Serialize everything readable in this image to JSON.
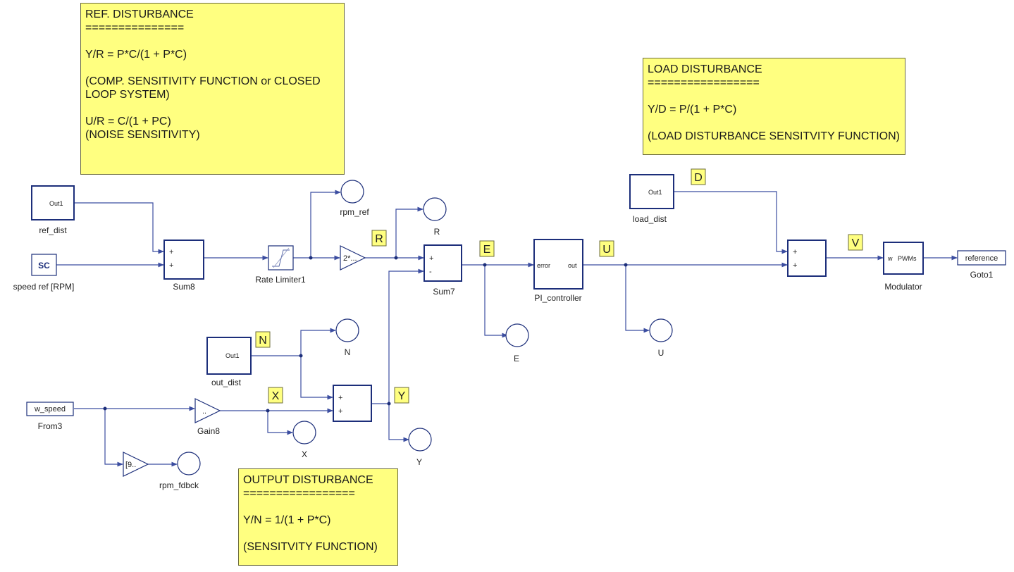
{
  "notes": {
    "ref": {
      "title": "REF. DISTURBANCE",
      "rule": "===============",
      "eq1": "Y/R = P*C/(1 + P*C)",
      "desc1a": "(COMP. SENSITIVITY FUNCTION or CLOSED",
      "desc1b": "LOOP SYSTEM)",
      "eq2": "U/R = C/(1 + PC)",
      "desc2": "(NOISE SENSITIVITY)"
    },
    "load": {
      "title": "LOAD DISTURBANCE",
      "rule": "=================",
      "eq": "Y/D = P/(1 + P*C)",
      "desc": "(LOAD DISTURBANCE SENSITVITY FUNCTION)"
    },
    "output": {
      "title": "OUTPUT DISTURBANCE",
      "rule": "=================",
      "eq": "Y/N = 1/(1 + P*C)",
      "desc": "(SENSITVITY FUNCTION)"
    }
  },
  "blocks": {
    "ref_dist": {
      "port": "Out1",
      "label": "ref_dist"
    },
    "speed_ref": {
      "icon": "SC",
      "label": "speed ref [RPM]"
    },
    "sum8": {
      "label": "Sum8",
      "signs": [
        "+",
        "+"
      ]
    },
    "rate_limiter": {
      "label": "Rate Limiter1"
    },
    "gain_rpm": {
      "text": "2*..."
    },
    "sum7": {
      "label": "Sum7",
      "signs": [
        "+",
        "-"
      ]
    },
    "pi": {
      "in": "error",
      "out": "out",
      "label": "PI_controller"
    },
    "load_dist": {
      "port": "Out1",
      "label": "load_dist"
    },
    "sum_v": {
      "signs": [
        "+",
        "+"
      ]
    },
    "modulator": {
      "in": "w",
      "out": "PWMs",
      "label": "Modulator"
    },
    "goto1": {
      "text": "reference",
      "label": "Goto1"
    },
    "out_dist": {
      "port": "Out1",
      "label": "out_dist"
    },
    "sum_y": {
      "signs": [
        "+",
        "+"
      ]
    },
    "from3": {
      "text": "w_speed",
      "label": "From3"
    },
    "gain8": {
      "text": "..",
      "label": "Gain8"
    },
    "gain9": {
      "text": "[9.."
    }
  },
  "scopes": {
    "rpm_ref": "rpm_ref",
    "R": "R",
    "N": "N",
    "E": "E",
    "U": "U",
    "X": "X",
    "Y": "Y",
    "rpm_fdbck": "rpm_fdbck"
  },
  "tags": {
    "R": "R",
    "E": "E",
    "U": "U",
    "D": "D",
    "V": "V",
    "N": "N",
    "X": "X",
    "Y": "Y"
  }
}
